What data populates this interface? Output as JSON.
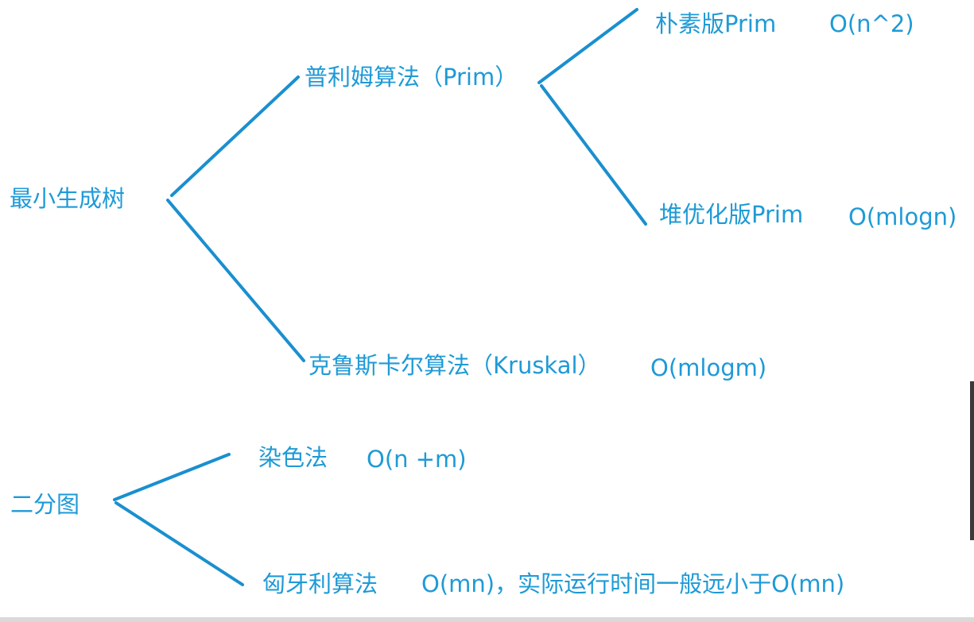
{
  "mst": {
    "root": "最小生成树",
    "prim": "普利姆算法（Prim）",
    "prim_naive": "朴素版Prim",
    "prim_naive_complexity": "O(n^2)",
    "prim_heap": "堆优化版Prim",
    "prim_heap_complexity": "O(mlogn)",
    "kruskal": "克鲁斯卡尔算法（Kruskal）",
    "kruskal_complexity": "O(mlogm)"
  },
  "bipartite": {
    "root": "二分图",
    "coloring": "染色法",
    "coloring_complexity": "O(n +m)",
    "hungarian": "匈牙利算法",
    "hungarian_complexity": "O(mn)，实际运行时间一般远小于O(mn)"
  },
  "colors": {
    "text": "#1e9ad6",
    "line": "#1a8fcf",
    "background": "#ffffff"
  }
}
